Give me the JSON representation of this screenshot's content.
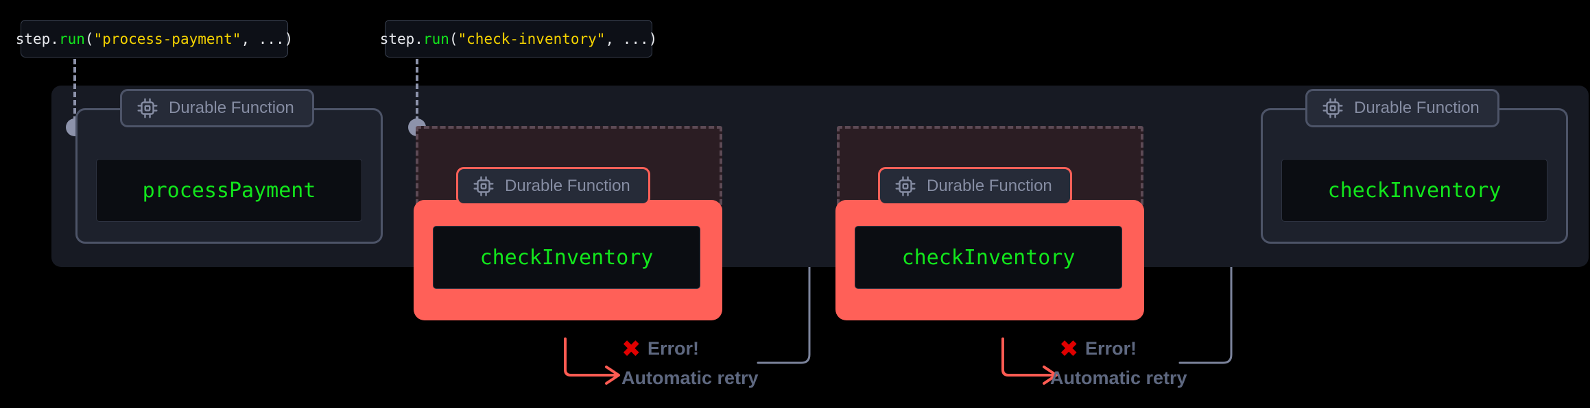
{
  "diagram": {
    "title": "Durable function step retry flow",
    "background": "#000000",
    "colors": {
      "panel": "#171a23",
      "block_fill": "#1d212c",
      "block_border": "#4d5468",
      "badge_fill": "#262b38",
      "code_fill": "#0b0d12",
      "fn_green": "#12e61c",
      "string_yellow": "#f5d300",
      "fail_red": "#ff6058",
      "error_red": "#e00000",
      "muted_text": "#5e6880",
      "node_dot": "#8d93ab",
      "attempt_fill": "#2b1d23",
      "attempt_border": "#5d4a55"
    }
  },
  "code_labels": [
    {
      "id": "process-payment-call",
      "prefix": "step.",
      "fn": "run",
      "open": "(",
      "string": "\"process-payment\"",
      "suffix": ", ...)"
    },
    {
      "id": "check-inventory-call",
      "prefix": "step.",
      "fn": "run",
      "open": "(",
      "string": "\"check-inventory\"",
      "suffix": ", ...)"
    }
  ],
  "blocks": [
    {
      "id": "process-payment",
      "badge": "Durable Function",
      "fn_name": "processPayment",
      "state": "success",
      "icon": "cpu-chip-icon"
    },
    {
      "id": "check-inventory-attempt-1",
      "badge": "Durable Function",
      "fn_name": "checkInventory",
      "state": "failed",
      "icon": "cpu-chip-icon"
    },
    {
      "id": "check-inventory-attempt-2",
      "badge": "Durable Function",
      "fn_name": "checkInventory",
      "state": "failed",
      "icon": "cpu-chip-icon"
    },
    {
      "id": "check-inventory-success",
      "badge": "Durable Function",
      "fn_name": "checkInventory",
      "state": "success",
      "icon": "cpu-chip-icon"
    }
  ],
  "annotations": [
    {
      "id": "error-retry-1",
      "error_mark": "✖",
      "error_label": "Error!",
      "retry_label": "Automatic retry"
    },
    {
      "id": "error-retry-2",
      "error_mark": "✖",
      "error_label": "Error!",
      "retry_label": "Automatic retry"
    }
  ]
}
